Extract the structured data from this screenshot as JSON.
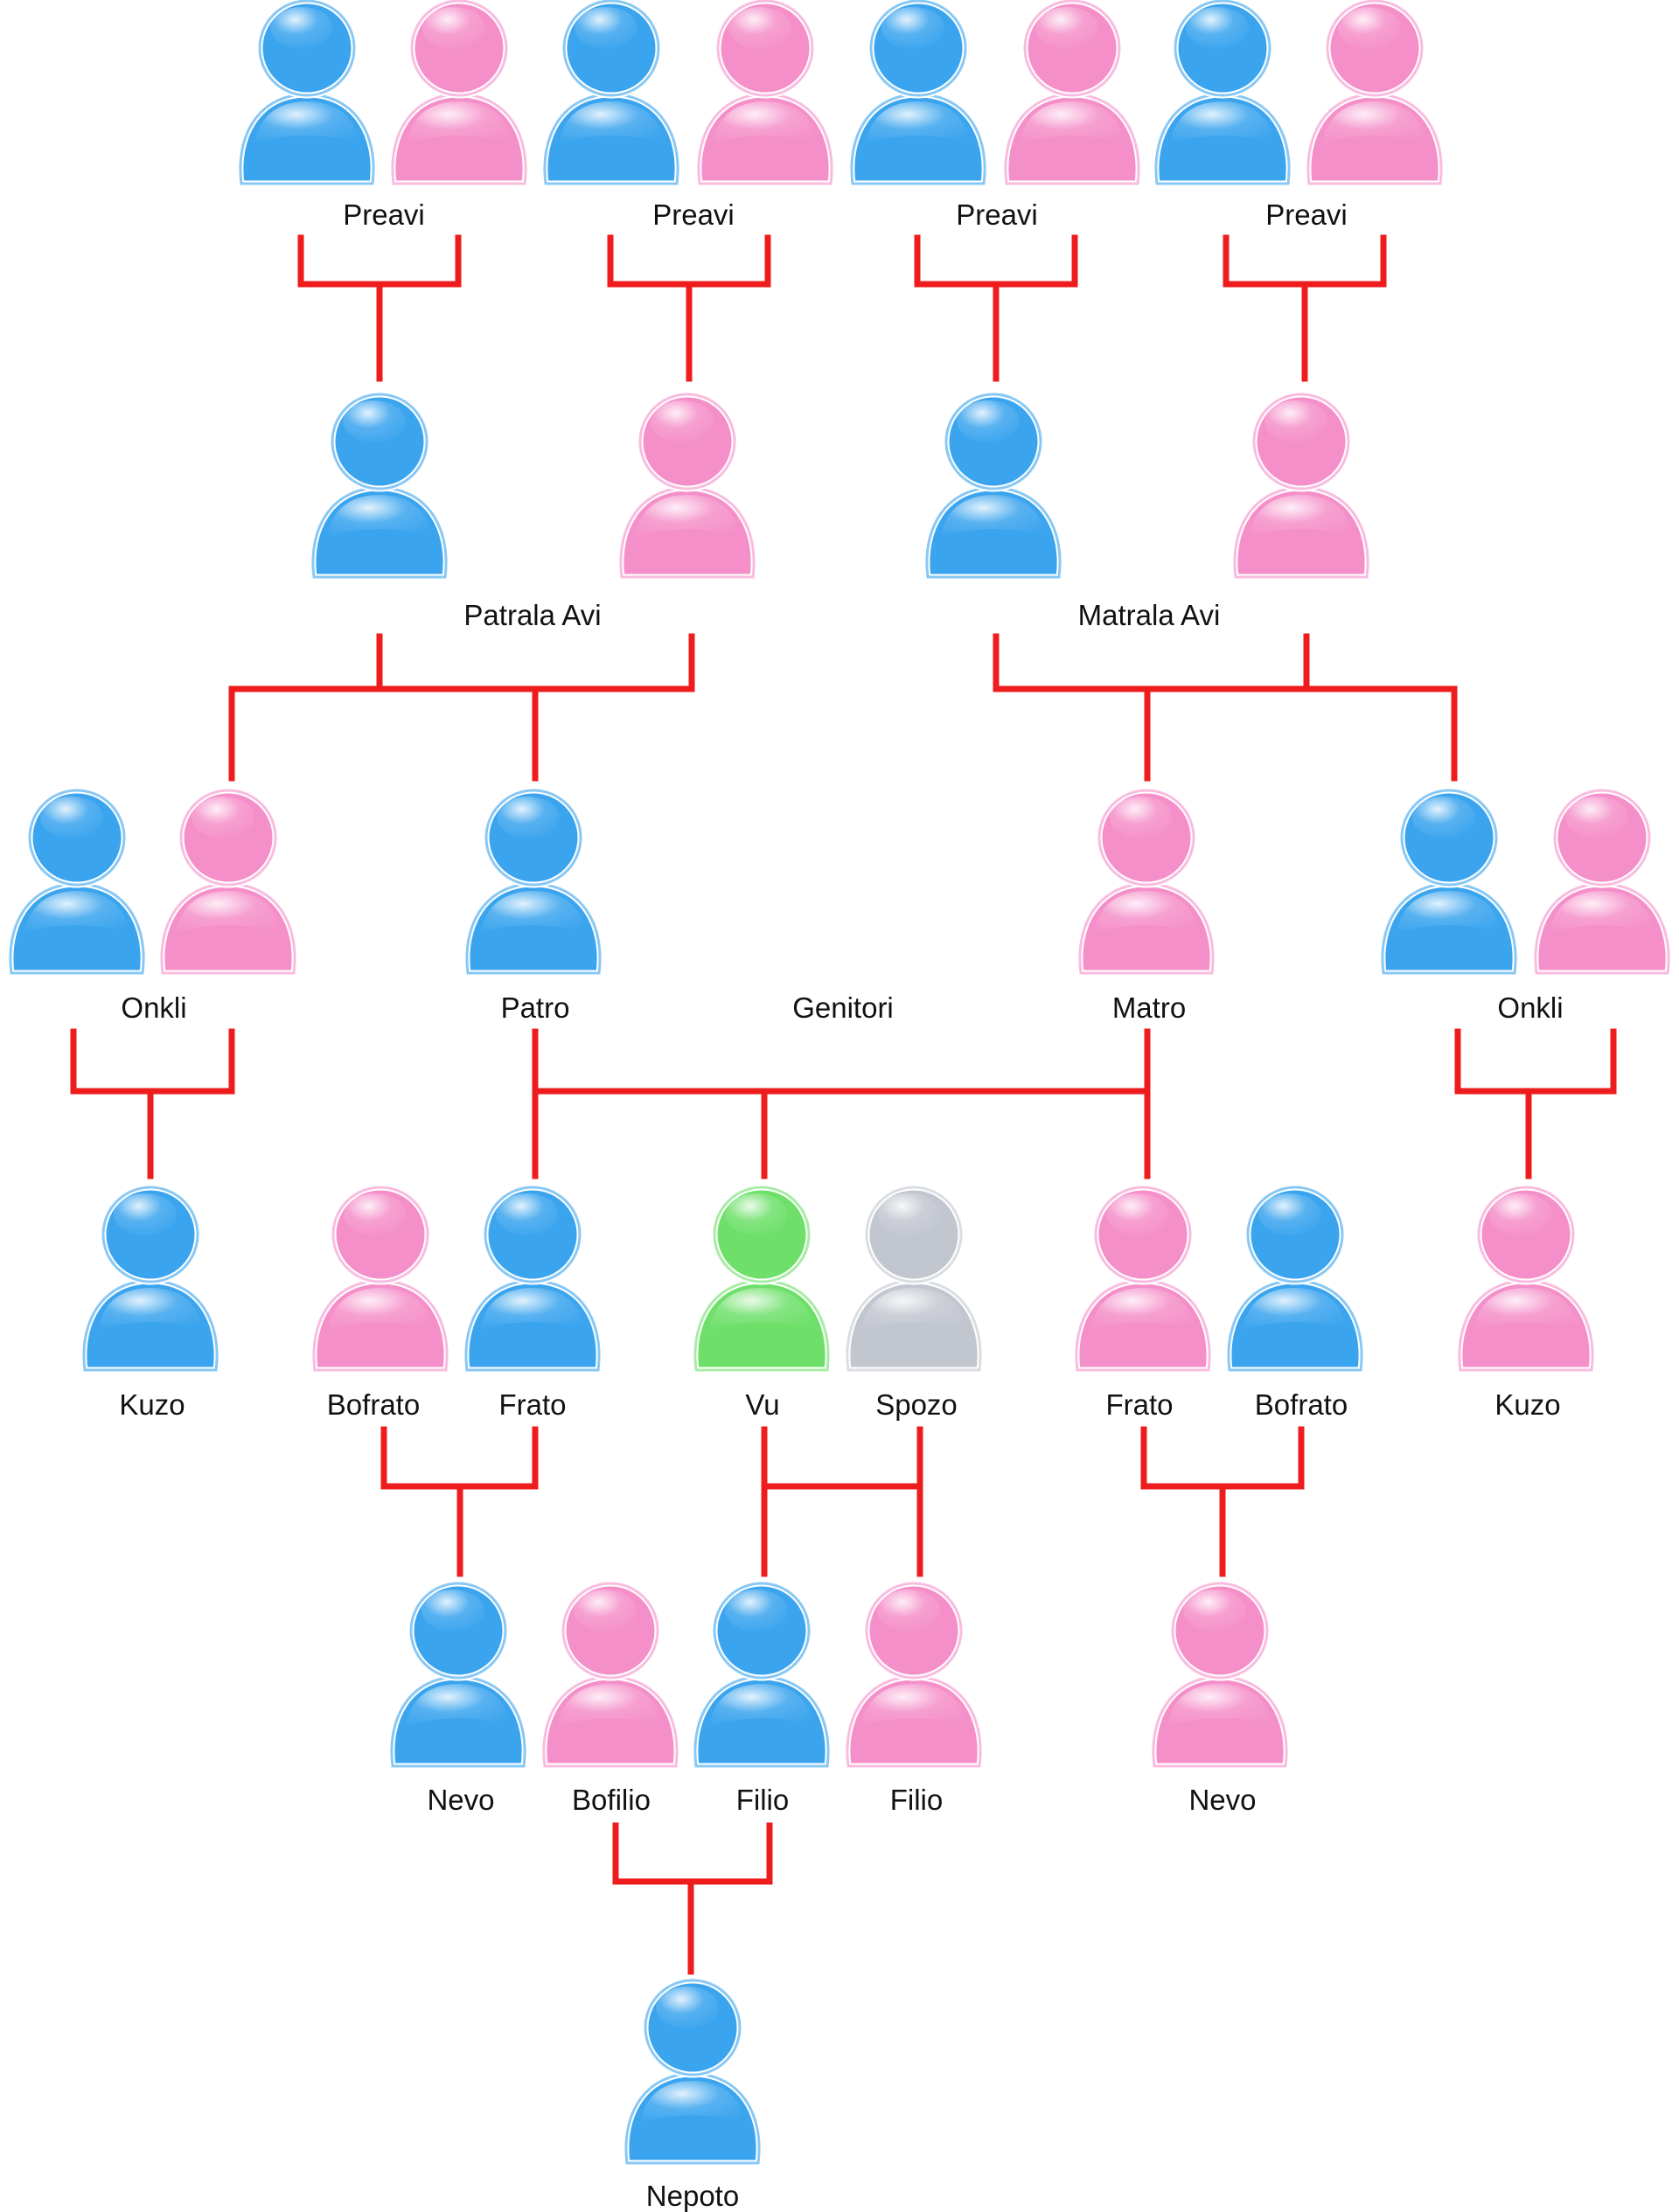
{
  "colors": {
    "male": "#3aa4ee",
    "female": "#f58fc9",
    "self": "#6ee06a",
    "spouse": "#c2c6cf",
    "connector": "#ee1c1c"
  },
  "icon_semantic": "person-icon",
  "people": [
    {
      "id": "p1",
      "gender": "male"
    },
    {
      "id": "p2",
      "gender": "female"
    },
    {
      "id": "p3",
      "gender": "male"
    },
    {
      "id": "p4",
      "gender": "female"
    },
    {
      "id": "p5",
      "gender": "male"
    },
    {
      "id": "p6",
      "gender": "female"
    },
    {
      "id": "p7",
      "gender": "male"
    },
    {
      "id": "p8",
      "gender": "female"
    },
    {
      "id": "gpa1",
      "gender": "male"
    },
    {
      "id": "gma1",
      "gender": "female"
    },
    {
      "id": "gpa2",
      "gender": "male"
    },
    {
      "id": "gma2",
      "gender": "female"
    },
    {
      "id": "onkli1m",
      "gender": "male"
    },
    {
      "id": "onkli1f",
      "gender": "female"
    },
    {
      "id": "patro",
      "gender": "male"
    },
    {
      "id": "matro",
      "gender": "female"
    },
    {
      "id": "onkli2m",
      "gender": "male"
    },
    {
      "id": "onkli2f",
      "gender": "female"
    },
    {
      "id": "kuzo1",
      "gender": "male"
    },
    {
      "id": "bofrato1",
      "gender": "female"
    },
    {
      "id": "frato1",
      "gender": "male"
    },
    {
      "id": "vu",
      "gender": "self"
    },
    {
      "id": "spozo",
      "gender": "spouse"
    },
    {
      "id": "frato2",
      "gender": "female"
    },
    {
      "id": "bofrato2",
      "gender": "male"
    },
    {
      "id": "kuzo2",
      "gender": "female"
    },
    {
      "id": "nevo1",
      "gender": "male"
    },
    {
      "id": "bofilio",
      "gender": "female"
    },
    {
      "id": "filio1",
      "gender": "male"
    },
    {
      "id": "filio2",
      "gender": "female"
    },
    {
      "id": "nevo2",
      "gender": "female"
    },
    {
      "id": "nepoto",
      "gender": "male"
    }
  ],
  "labels": {
    "preavi1": "Preavi",
    "preavi2": "Preavi",
    "preavi3": "Preavi",
    "preavi4": "Preavi",
    "patrala_avi": "Patrala Avi",
    "matrala_avi": "Matrala Avi",
    "onkli1": "Onkli",
    "patro": "Patro",
    "genitori": "Genitori",
    "matro": "Matro",
    "onkli2": "Onkli",
    "kuzo1": "Kuzo",
    "bofrato1": "Bofrato",
    "frato1": "Frato",
    "vu": "Vu",
    "spozo": "Spozo",
    "frato2": "Frato",
    "bofrato2": "Bofrato",
    "kuzo2": "Kuzo",
    "nevo1": "Nevo",
    "bofilio": "Bofilio",
    "filio1": "Filio",
    "filio2": "Filio",
    "nevo2": "Nevo",
    "nepoto": "Nepoto"
  }
}
